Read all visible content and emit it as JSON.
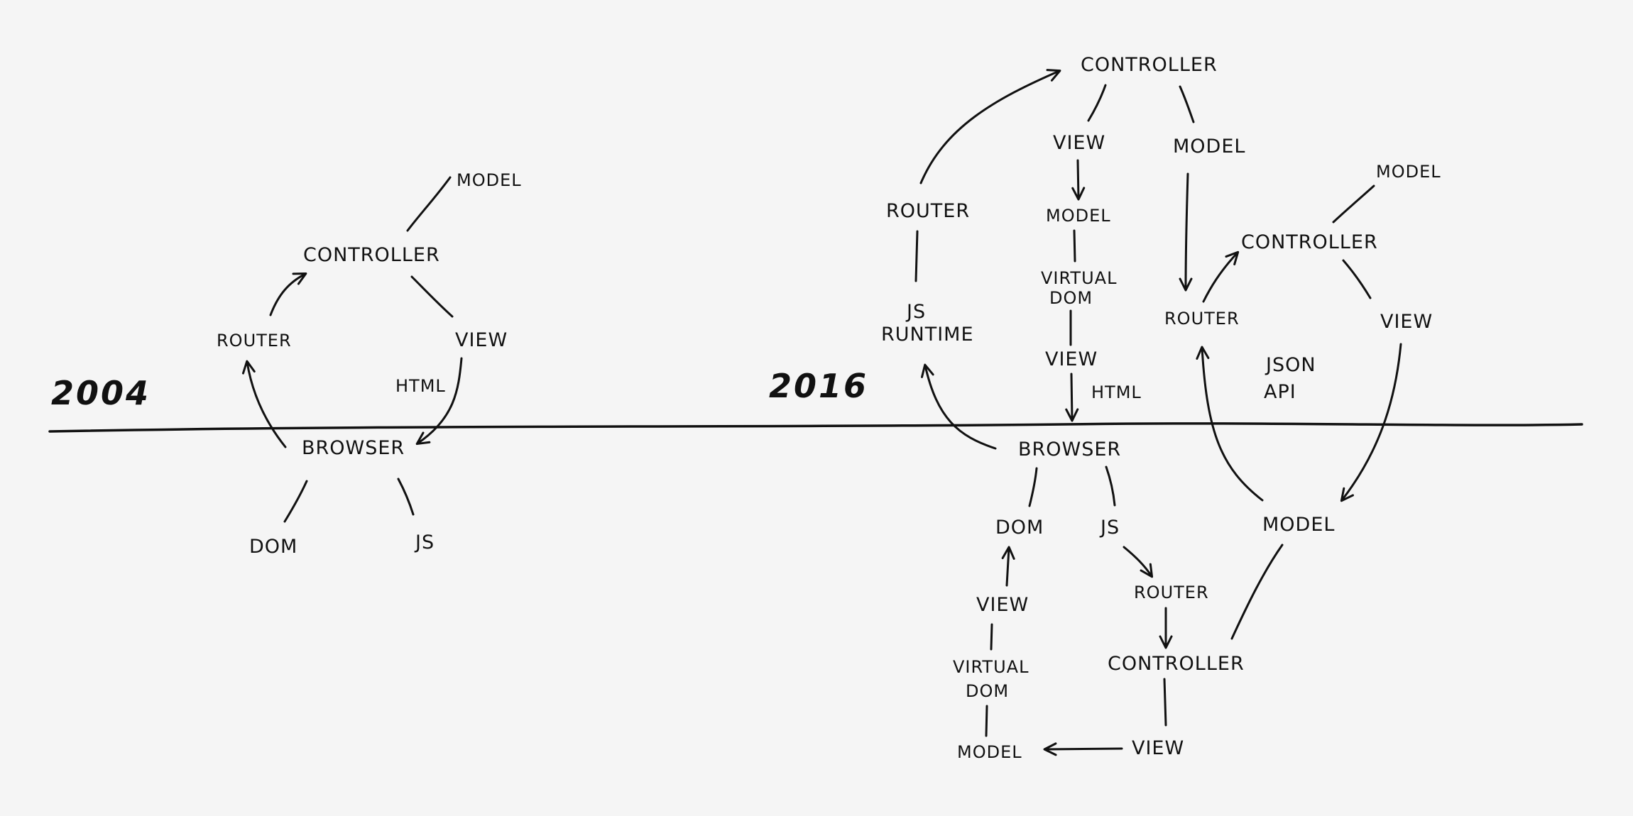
{
  "era_2004": {
    "year": "2004",
    "model": "MODEL",
    "controller": "CONTROLLER",
    "router": "ROUTER",
    "view": "VIEW",
    "html": "HTML",
    "browser": "BROWSER",
    "dom": "DOM",
    "js": "JS"
  },
  "era_2016": {
    "year": "2016",
    "server": {
      "controller": "CONTROLLER",
      "view": "VIEW",
      "model_top": "MODEL",
      "model_mid": "MODEL",
      "virtual_dom": [
        "VIRTUAL",
        "DOM"
      ],
      "view_bottom": "VIEW",
      "html": "HTML"
    },
    "client_router": "ROUTER",
    "js_runtime": [
      "JS",
      "RUNTIME"
    ],
    "api_side": {
      "model_top": "MODEL",
      "controller": "CONTROLLER",
      "router": "ROUTER",
      "view": "VIEW",
      "json_api": [
        "JSON",
        "API"
      ],
      "model": "MODEL"
    },
    "browser": "BROWSER",
    "dom": "DOM",
    "js": "JS",
    "view_dom": "VIEW",
    "virtual_dom_bottom": [
      "VIRTUAL",
      "DOM"
    ],
    "model_bottom": "MODEL",
    "router_bottom": "ROUTER",
    "controller_bottom": "CONTROLLER",
    "view_bottom": "VIEW"
  }
}
